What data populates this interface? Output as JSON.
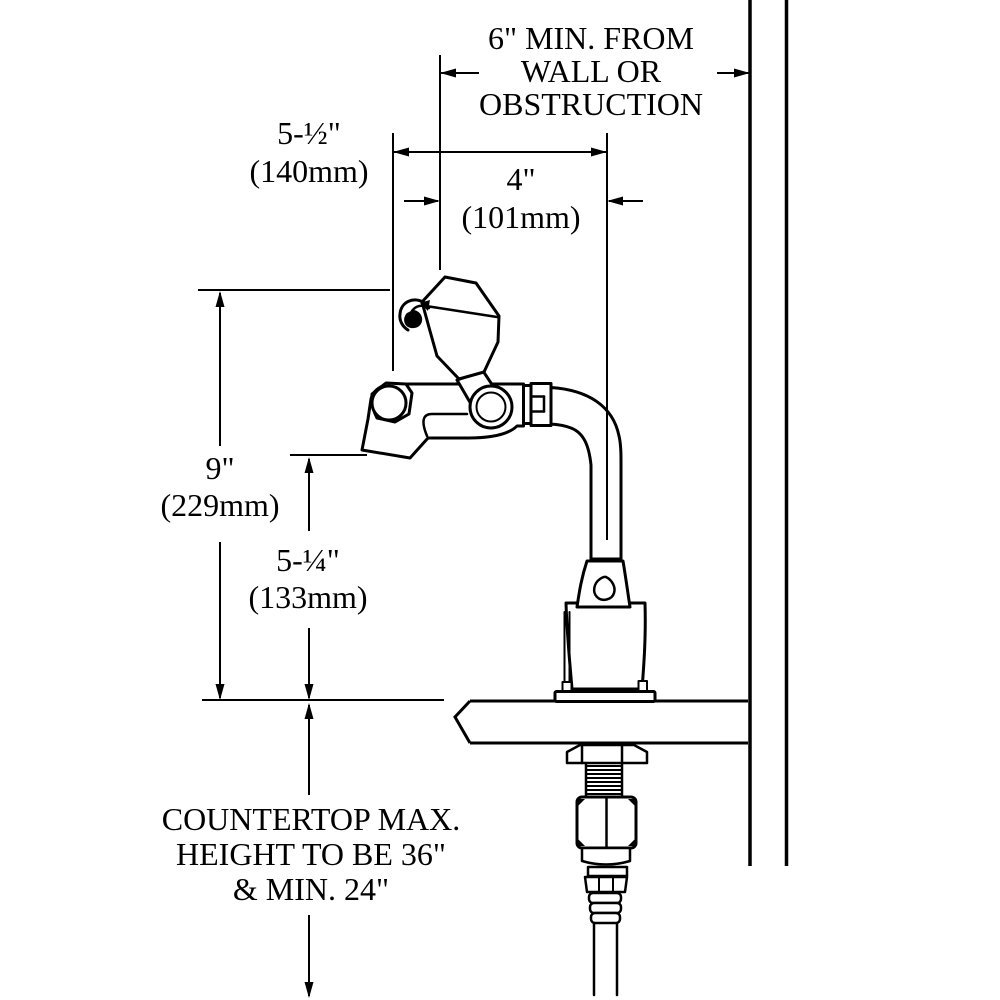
{
  "drawing": {
    "title": "Deck-mounted eyewash faucet installation drawing",
    "dimensions": {
      "wall_clearance": {
        "lines": [
          "6\" MIN. FROM",
          "WALL OR",
          "OBSTRUCTION"
        ]
      },
      "head_offset": {
        "value": "5-½\"",
        "metric": "(140mm)"
      },
      "spray_center": {
        "value": "4\"",
        "metric": "(101mm)"
      },
      "overall_height": {
        "value": "9\"",
        "metric": "(229mm)"
      },
      "spout_height": {
        "value": "5-¼\"",
        "metric": "(133mm)"
      },
      "countertop_note": {
        "lines": [
          "COUNTERTOP MAX.",
          "HEIGHT TO BE 36\"",
          "& MIN. 24\""
        ]
      }
    },
    "colors": {
      "line": "#000000",
      "background": "#ffffff"
    }
  }
}
